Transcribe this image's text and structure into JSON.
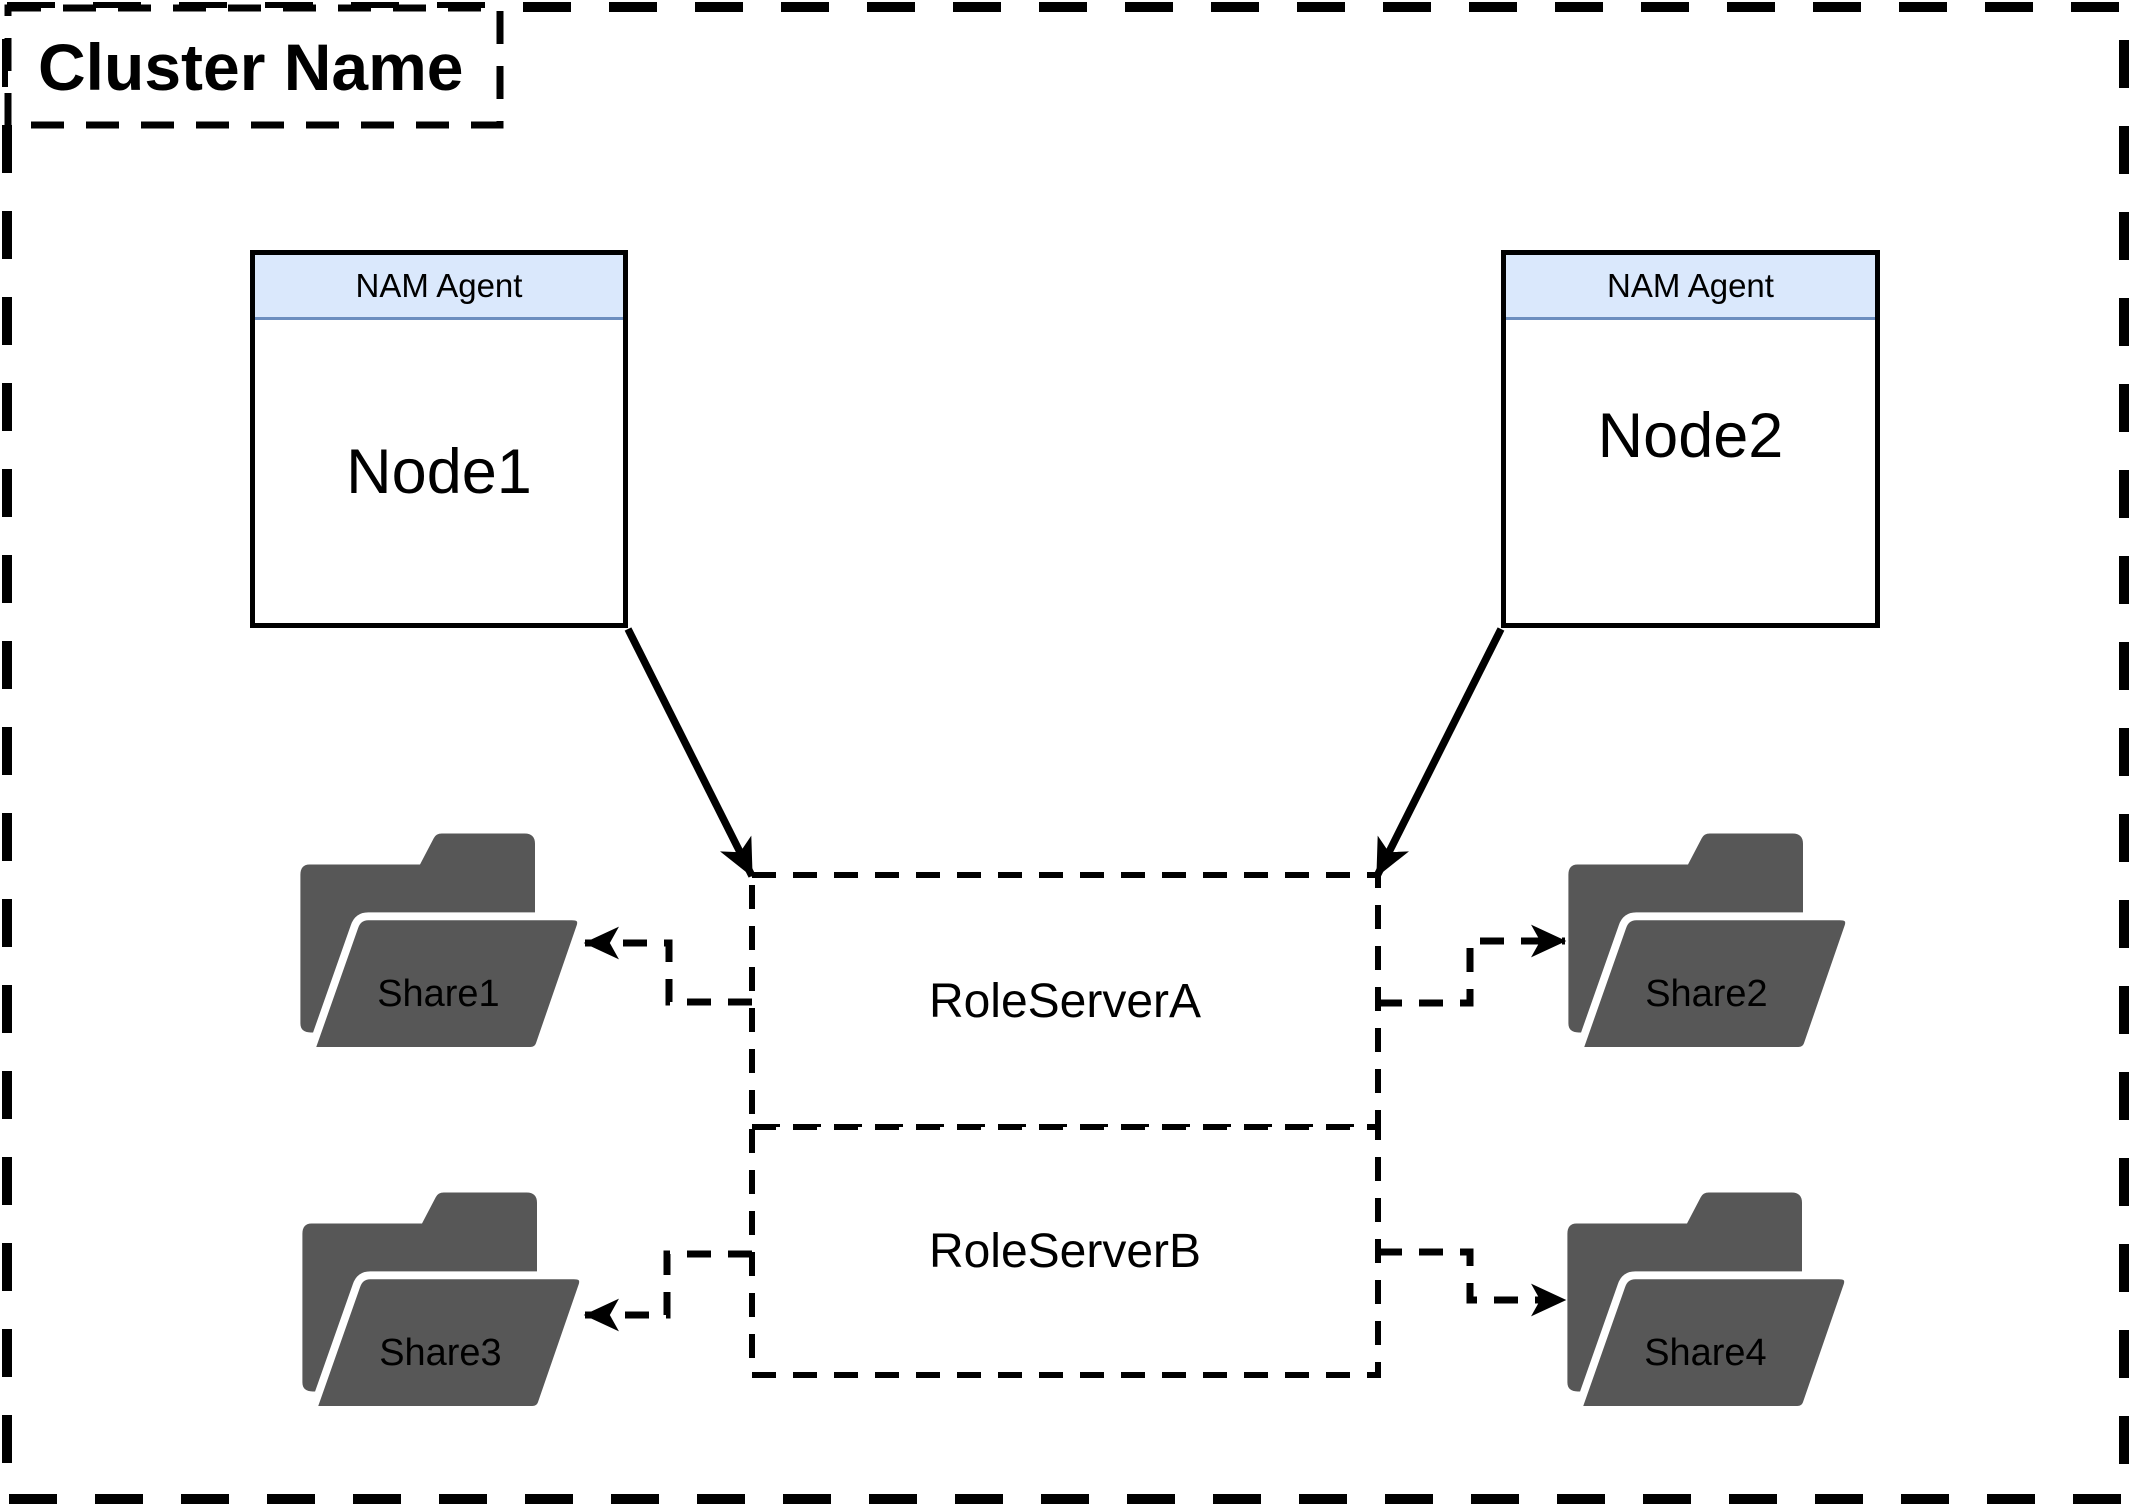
{
  "diagram": {
    "cluster": {
      "label": "Cluster Name"
    },
    "nodes": [
      {
        "header": "NAM Agent",
        "label": "Node1"
      },
      {
        "header": "NAM Agent",
        "label": "Node2"
      }
    ],
    "role_servers": [
      {
        "label": "RoleServerA"
      },
      {
        "label": "RoleServerB"
      }
    ],
    "shares": [
      {
        "label": "Share1"
      },
      {
        "label": "Share2"
      },
      {
        "label": "Share3"
      },
      {
        "label": "Share4"
      }
    ],
    "connections": [
      {
        "from": "Node1",
        "to": "RoleServerA",
        "style": "solid-arrow"
      },
      {
        "from": "Node2",
        "to": "RoleServerA",
        "style": "solid-arrow"
      },
      {
        "from": "RoleServerA",
        "to": "Share1",
        "style": "dashed-arrow"
      },
      {
        "from": "RoleServerA",
        "to": "Share2",
        "style": "dashed-arrow"
      },
      {
        "from": "RoleServerB",
        "to": "Share3",
        "style": "dashed-arrow"
      },
      {
        "from": "RoleServerB",
        "to": "Share4",
        "style": "dashed-arrow"
      }
    ],
    "colors": {
      "node_header_fill": "#dae8fc",
      "node_header_stroke": "#6c8ebf",
      "folder_fill": "#575757",
      "line": "#000000",
      "text": "#000000",
      "background": "#ffffff"
    }
  }
}
